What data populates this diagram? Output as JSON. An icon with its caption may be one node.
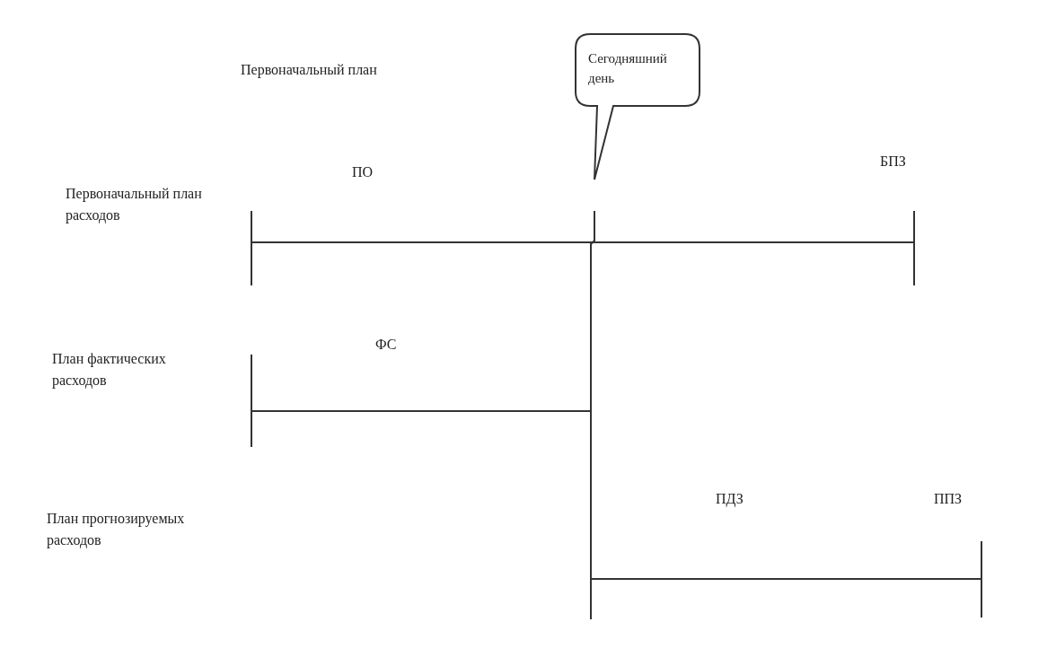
{
  "diagram": {
    "nodes": [
      {
        "text": [
          "Сегодняшний день"
        ]
      }
    ],
    "edges": [],
    "labels": [
      "Первоначальный план",
      "ПО",
      "БПЗ",
      "Первоначальный план расходов",
      "ФС",
      "План фактических расходов",
      "ПДЗ",
      "ППЗ",
      "План прогнозируемых расходов"
    ]
  }
}
